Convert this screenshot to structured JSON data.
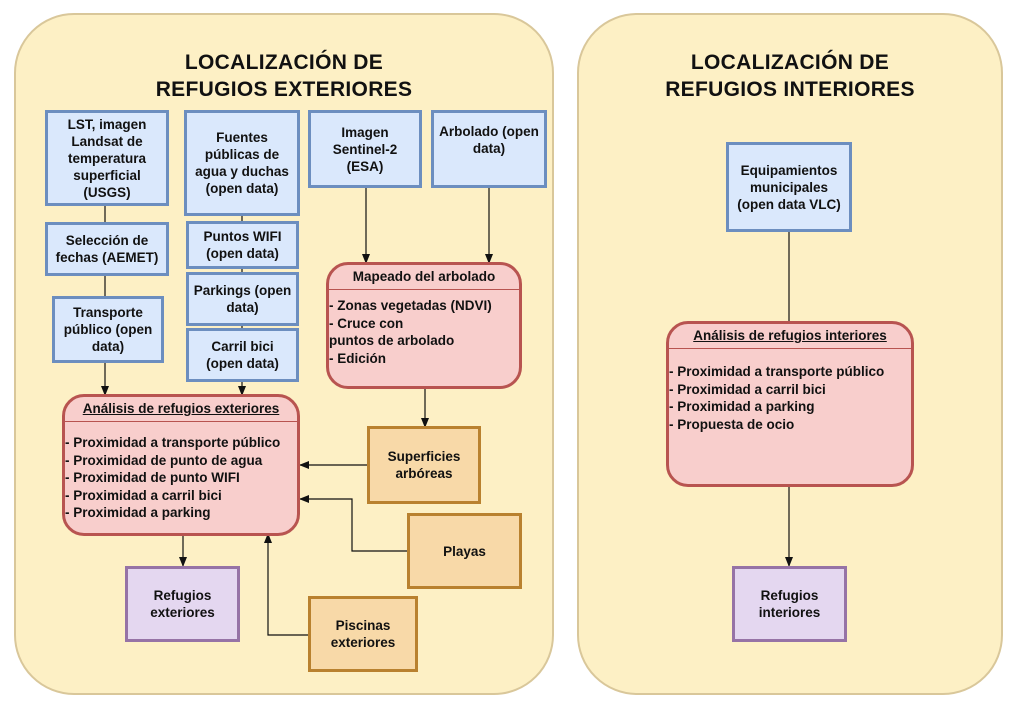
{
  "exterior": {
    "title_line1": "LOCALIZACIÓN DE",
    "title_line2": "REFUGIOS EXTERIORES",
    "sources": {
      "lst": "LST, imagen Landsat de temperatura superficial (USGS)",
      "fechas": "Selección de fechas (AEMET)",
      "transporte": "Transporte público (open data)",
      "fuentes": "Fuentes públicas de agua y duchas (open data)",
      "wifi": "Puntos WIFI (open data)",
      "parkings": "Parkings (open data)",
      "bici": "Carril bici (open data)",
      "sentinel": "Imagen Sentinel-2 (ESA)",
      "arbolado": "Arbolado (open data)"
    },
    "mapeado": {
      "title": "Mapeado del arbolado",
      "items": [
        "- Zonas vegetadas (NDVI)",
        "- Cruce con",
        "puntos de arbolado",
        "- Edición"
      ]
    },
    "analysis": {
      "title": "Análisis de refugios exteriores",
      "items": [
        "- Proximidad a transporte público",
        "- Proximidad de punto de agua",
        "- Proximidad de punto WIFI",
        "- Proximidad a carril bici",
        "- Proximidad a parking"
      ]
    },
    "superficies": "Superficies arbóreas",
    "playas": "Playas",
    "piscinas": "Piscinas exteriores",
    "output": "Refugios exteriores"
  },
  "interior": {
    "title_line1": "LOCALIZACIÓN DE",
    "title_line2": "REFUGIOS INTERIORES",
    "source": "Equipamientos municipales (open data VLC)",
    "analysis": {
      "title": "Análisis de refugios interiores",
      "items": [
        "- Proximidad a transporte público",
        "- Proximidad a carril bici",
        "- Proximidad a parking",
        "- Propuesta de ocio"
      ]
    },
    "output": "Refugios interiores"
  },
  "colors": {
    "panel_bg": "#fdf0c5",
    "source_fill": "#dae8fc",
    "source_border": "#6c8ebf",
    "process_fill": "#f8cecc",
    "process_border": "#b85450",
    "extra_fill": "#f8d9a8",
    "extra_border": "#b9812f",
    "output_fill": "#e4d7f0",
    "output_border": "#9673a6"
  }
}
